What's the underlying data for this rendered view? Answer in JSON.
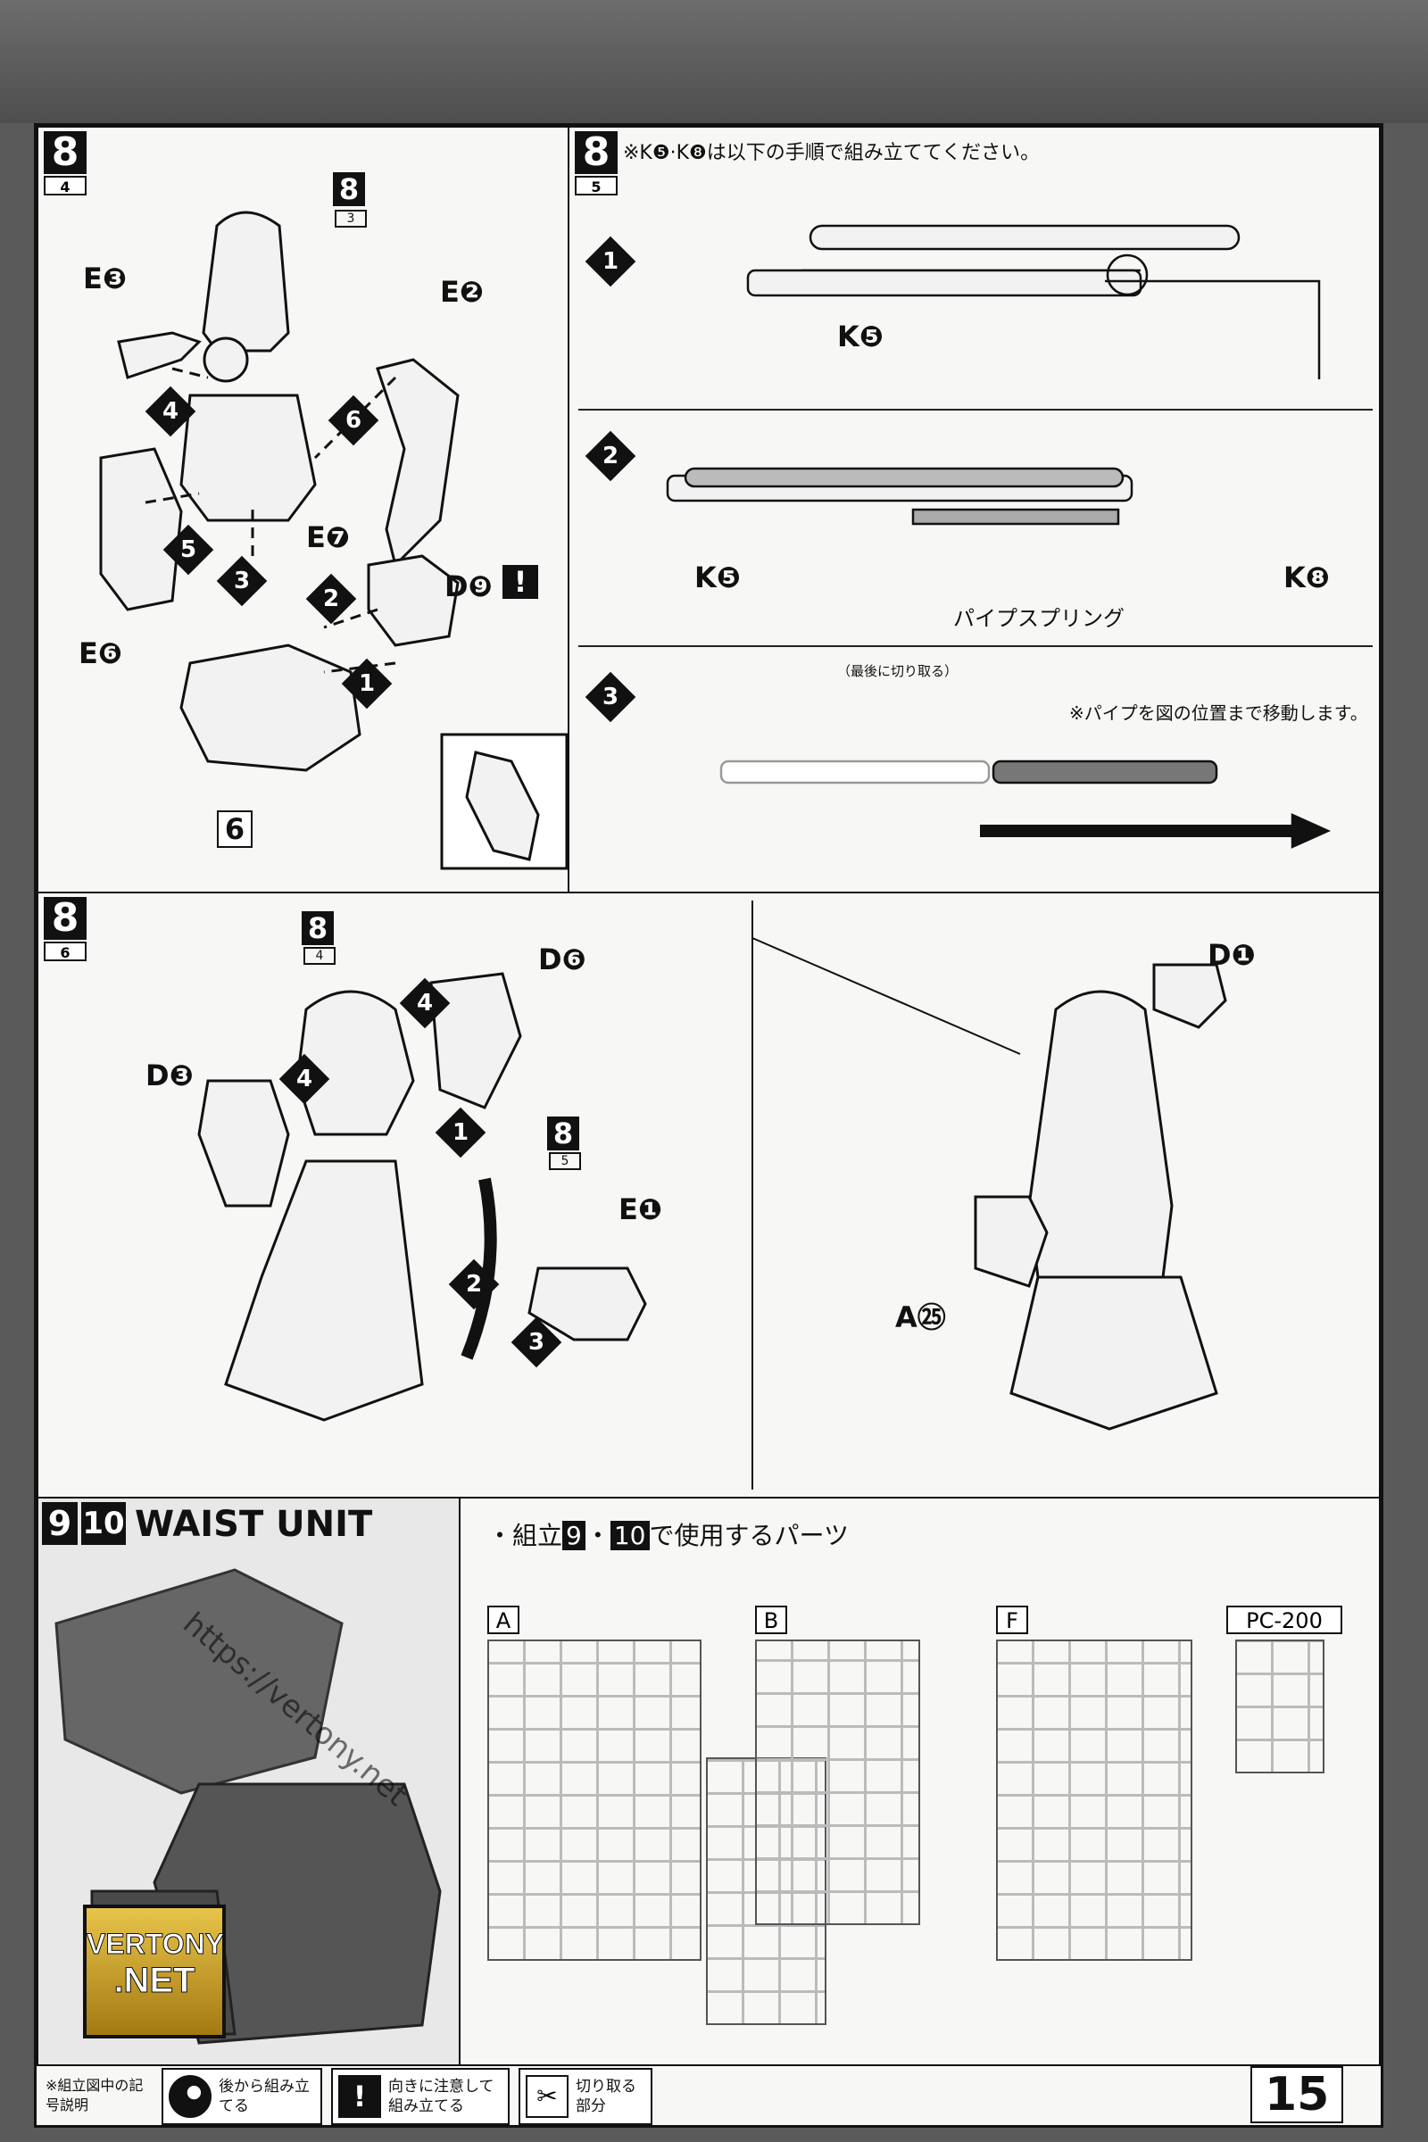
{
  "page_number": "15",
  "step8_4": {
    "step": "8",
    "sub": "4",
    "ref_step": "8",
    "ref_sub": "3",
    "parts": {
      "e3": "E❸",
      "e2": "E❷",
      "e7": "E❼",
      "e6": "E❻",
      "d9": "D❾",
      "p6": "6"
    },
    "arrows": [
      "1",
      "2",
      "3",
      "4",
      "5",
      "6"
    ]
  },
  "step8_5": {
    "step": "8",
    "sub": "5",
    "note": "※K❺·K❽は以下の手順で組み立ててください。",
    "stages": [
      "1",
      "2",
      "3"
    ],
    "k5": "K❺",
    "k8": "K❽",
    "pipe_spring": "パイプスプリング",
    "cut_last": "（最後に切り取る）",
    "move_note": "※パイプを図の位置まで移動します。"
  },
  "step8_6": {
    "step": "8",
    "sub": "6",
    "ref_step_a": "8",
    "ref_sub_a": "4",
    "ref_step_b": "8",
    "ref_sub_b": "5",
    "parts": {
      "d6": "D❻",
      "d3": "D❸",
      "e1": "E❶",
      "d1": "D❶",
      "a25": "A㉕"
    },
    "arrows": [
      "1",
      "2",
      "3",
      "4",
      "4"
    ]
  },
  "waist": {
    "step_a": "9",
    "step_b": "10",
    "title": "WAIST UNIT",
    "logo_line1": "VERTONY",
    "logo_line2": ".NET",
    "watermark": "https://vertony.net"
  },
  "parts_used": {
    "heading_prefix": "・組立",
    "heading_a": "9",
    "heading_sep": "・",
    "heading_b": "10",
    "heading_suffix": "で使用するパーツ",
    "runners": [
      "A",
      "B",
      "F",
      "PC-200"
    ]
  },
  "legend": {
    "title": "※組立図中の記号説明",
    "items": [
      {
        "icon": "back-assemble-icon",
        "text": "後から組み立てる"
      },
      {
        "icon": "caution-icon",
        "text": "向きに注意して組み立てる"
      },
      {
        "icon": "cut-icon",
        "text": "切り取る部分"
      }
    ]
  }
}
